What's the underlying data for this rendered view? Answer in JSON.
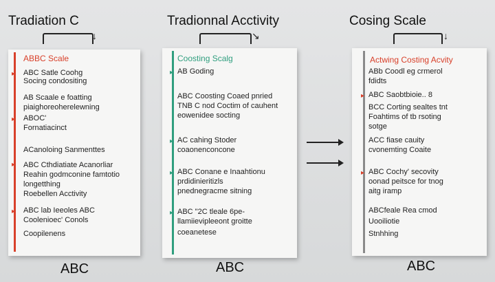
{
  "columns": [
    {
      "title": "Tradiation C",
      "head": "ABBC Scale",
      "head_color": "#d8402a",
      "line_color": "#d8402a",
      "footer": "ABC",
      "items": [
        "ABC Satle Coohg",
        "Socing condositing",
        "AB Scaale e foatting",
        "piaighoreoherelewning",
        "ABOC'",
        "Fornatiacinct",
        "ACanoloing Sanmenttes",
        "ABC Cthdiatiate Acanorliar",
        "Reahin godmconine famtotio",
        "longetthing",
        "Roebellen Acctivity",
        "ABC lab Ieeoles  ABC",
        "Coolenioec' Conols",
        "Coopilenens"
      ]
    },
    {
      "title": "Tradionnal Acctivity",
      "head": "Coosting  Scalg",
      "head_color": "#2f9e7e",
      "line_color": "#2f9e7e",
      "footer": "ABC",
      "items": [
        "AB Goding",
        "ABC Coosting Coaed pnried",
        "TNB C nod Coctim of cauhent",
        "eowenidee socting",
        "AC cahing Stoder",
        "coaonenconcone",
        "ABC Conane e Inaahtionu",
        "prdidinieritizls",
        "pnednegracme sitning",
        "ABC \"2C tleale 6pe-",
        "llamiievipleeont groitte",
        "coeanetese"
      ]
    },
    {
      "title": "Cosing Scale",
      "head": "Actwing Costing Acvity",
      "head_color": "#d8402a",
      "line_color": "#8a8a8a",
      "footer": "ABC",
      "items": [
        "ABb Coodl eg crmerol",
        "fdidts",
        "ABC Saobtbioie.. 8",
        "BCC Corting sealtes tnt",
        "Foahtims of tb rsoting",
        "sotge",
        "ACC fiase cauity",
        "cvonemting Coaite",
        "ABC Cochy' secovity",
        "oonad peitsce for tnog",
        "aitg iramp",
        "ABCfeale Rea cmod",
        "Uooiliotie",
        "Stnhhing"
      ]
    }
  ]
}
